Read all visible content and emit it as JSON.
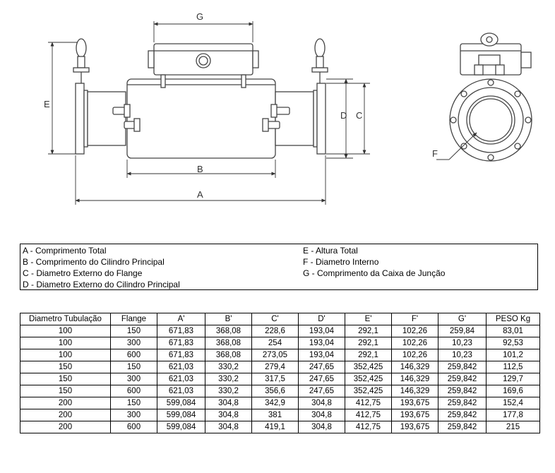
{
  "drawing": {
    "side_view_labels": {
      "g": "G",
      "e": "E",
      "d": "D",
      "c": "C",
      "b": "B",
      "a": "A"
    },
    "front_view_labels": {
      "f": "F"
    }
  },
  "legend": {
    "left": [
      "A - Comprimento Total",
      "B - Comprimento do Cilindro Principal",
      "C - Diametro Externo do Flange",
      "D - Diametro Externo do Cilindro Principal"
    ],
    "right": [
      "E - Altura Total",
      "F - Diametro Interno",
      "G - Comprimento da Caixa de Junção"
    ]
  },
  "table": {
    "headers": [
      "Diametro Tubulação",
      "Flange",
      "A'",
      "B'",
      "C'",
      "D'",
      "E'",
      "F'",
      "G'",
      "PESO Kg"
    ],
    "rows": [
      [
        "100",
        "150",
        "671,83",
        "368,08",
        "228,6",
        "193,04",
        "292,1",
        "102,26",
        "259,84",
        "83,01"
      ],
      [
        "100",
        "300",
        "671,83",
        "368,08",
        "254",
        "193,04",
        "292,1",
        "102,26",
        "10,23",
        "92,53"
      ],
      [
        "100",
        "600",
        "671,83",
        "368,08",
        "273,05",
        "193,04",
        "292,1",
        "102,26",
        "10,23",
        "101,2"
      ],
      [
        "150",
        "150",
        "621,03",
        "330,2",
        "279,4",
        "247,65",
        "352,425",
        "146,329",
        "259,842",
        "112,5"
      ],
      [
        "150",
        "300",
        "621,03",
        "330,2",
        "317,5",
        "247,65",
        "352,425",
        "146,329",
        "259,842",
        "129,7"
      ],
      [
        "150",
        "600",
        "621,03",
        "330,2",
        "356,6",
        "247,65",
        "352,425",
        "146,329",
        "259,842",
        "169,6"
      ],
      [
        "200",
        "150",
        "599,084",
        "304,8",
        "342,9",
        "304,8",
        "412,75",
        "193,675",
        "259,842",
        "152,4"
      ],
      [
        "200",
        "300",
        "599,084",
        "304,8",
        "381",
        "304,8",
        "412,75",
        "193,675",
        "259,842",
        "177,8"
      ],
      [
        "200",
        "600",
        "599,084",
        "304,8",
        "419,1",
        "304,8",
        "412,75",
        "193,675",
        "259,842",
        "215"
      ]
    ]
  }
}
